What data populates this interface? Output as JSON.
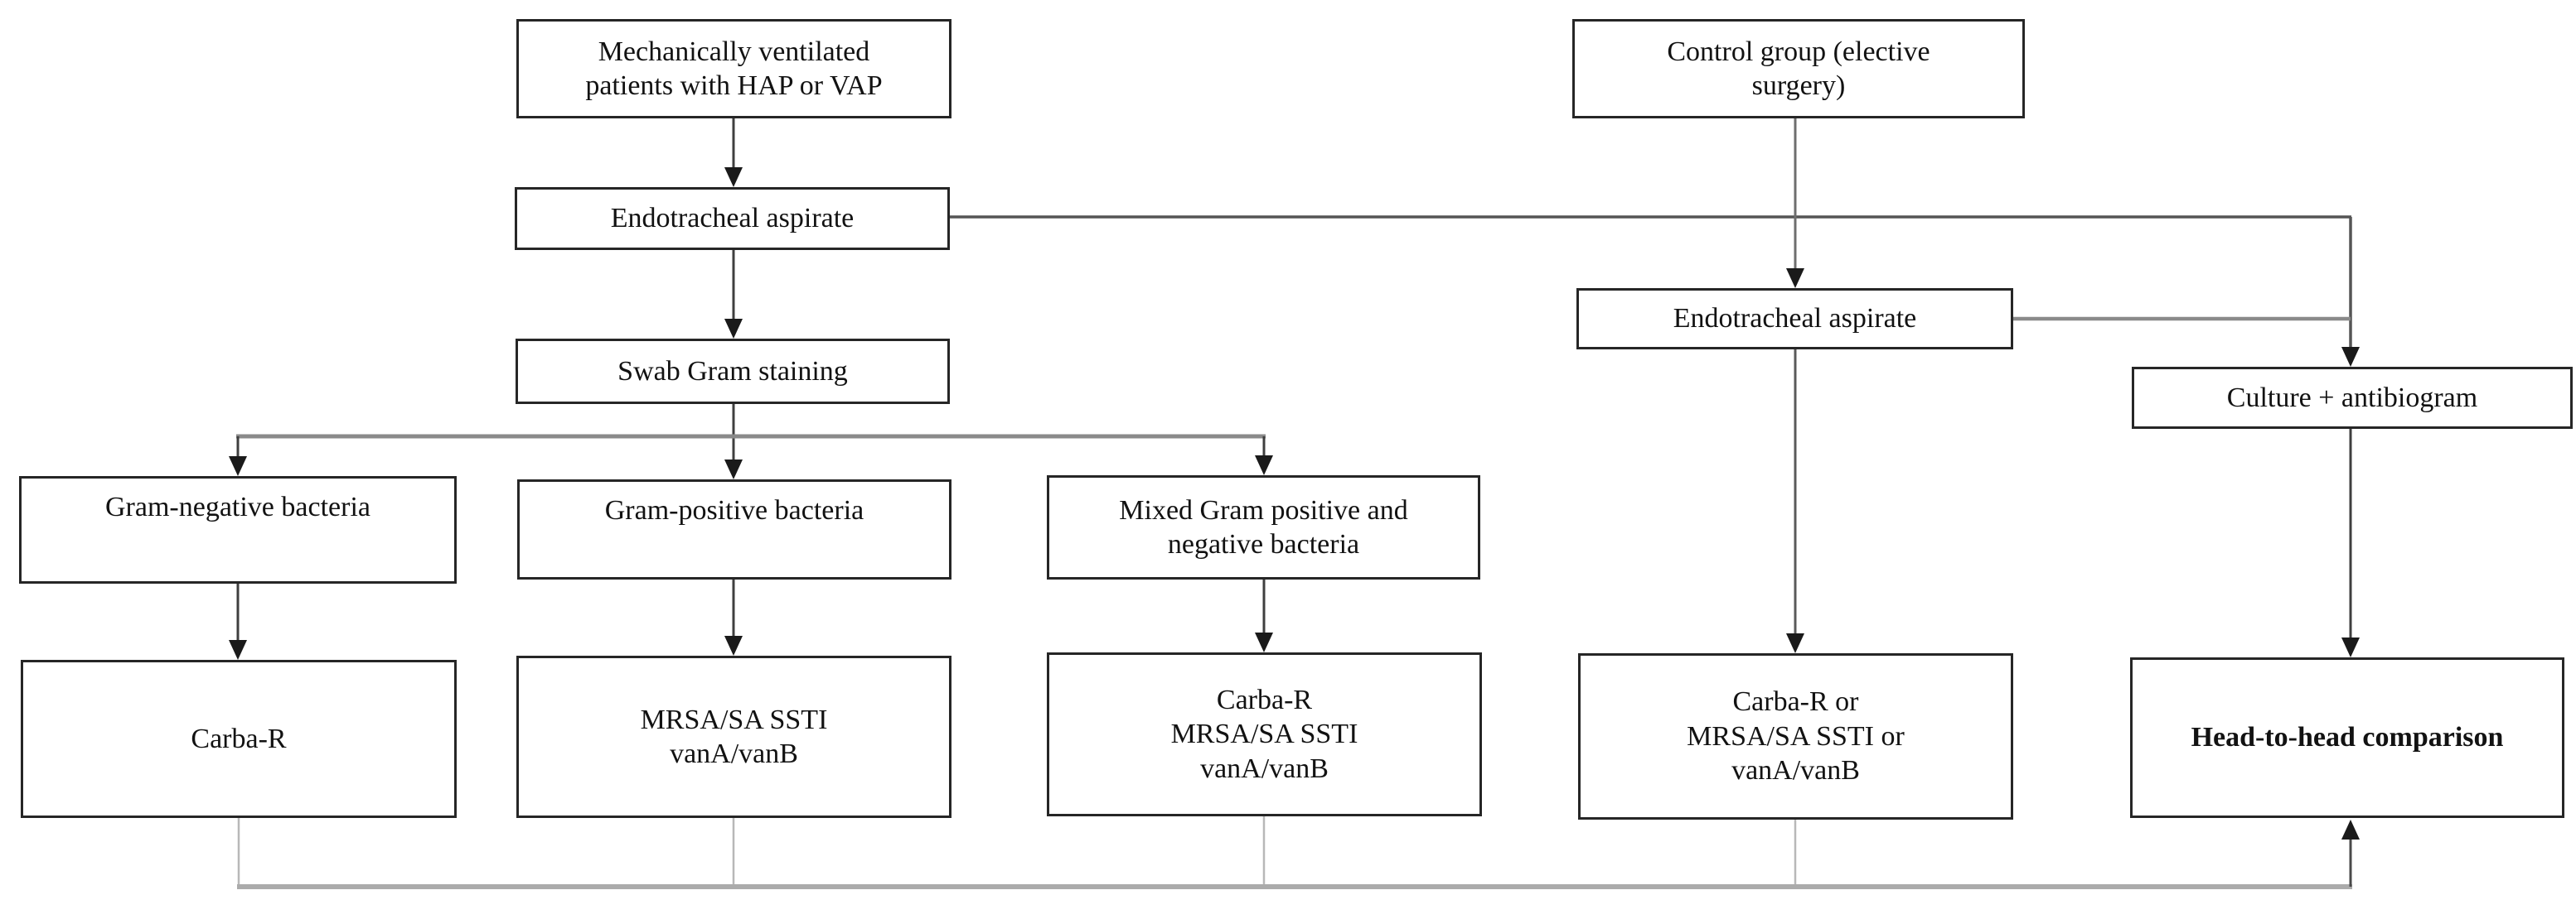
{
  "diagram": {
    "title": "Study workflow flowchart",
    "nodes": {
      "hap": {
        "label": "Mechanically ventilated\npatients with HAP or VAP"
      },
      "control": {
        "label": "Control group (elective\nsurgery)"
      },
      "eta_left": {
        "label": "Endotracheal aspirate"
      },
      "eta_right": {
        "label": "Endotracheal aspirate"
      },
      "swab": {
        "label": "Swab Gram staining"
      },
      "culture": {
        "label": "Culture + antibiogram"
      },
      "gram_negative": {
        "label": "Gram-negative bacteria"
      },
      "gram_positive": {
        "label": "Gram-positive bacteria"
      },
      "mixed": {
        "label": "Mixed Gram positive and\nnegative bacteria"
      },
      "carba_r": {
        "label": "Carba-R"
      },
      "mrsa": {
        "label": "MRSA/SA SSTI\nvanA/vanB"
      },
      "carba_mrsa": {
        "label": "Carba-R\nMRSA/SA SSTI\nvanA/vanB"
      },
      "carba_or": {
        "label": "Carba-R or\nMRSA/SA SSTI or\nvanA/vanB"
      },
      "head_to_head": {
        "label": "Head-to-head comparison"
      }
    },
    "edges": [
      {
        "from": "hap",
        "to": "eta_left"
      },
      {
        "from": "eta_left",
        "to": "swab"
      },
      {
        "from": "eta_left",
        "to": "culture"
      },
      {
        "from": "control",
        "to": "eta_right"
      },
      {
        "from": "eta_right",
        "to": "culture"
      },
      {
        "from": "eta_right",
        "to": "carba_or"
      },
      {
        "from": "swab",
        "to": "gram_negative"
      },
      {
        "from": "swab",
        "to": "gram_positive"
      },
      {
        "from": "swab",
        "to": "mixed"
      },
      {
        "from": "gram_negative",
        "to": "carba_r"
      },
      {
        "from": "gram_positive",
        "to": "mrsa"
      },
      {
        "from": "mixed",
        "to": "carba_mrsa"
      },
      {
        "from": "carba_r",
        "to": "head_to_head"
      },
      {
        "from": "mrsa",
        "to": "head_to_head"
      },
      {
        "from": "carba_mrsa",
        "to": "head_to_head"
      },
      {
        "from": "carba_or",
        "to": "head_to_head"
      },
      {
        "from": "culture",
        "to": "head_to_head"
      }
    ],
    "colors": {
      "box_border": "#262626",
      "box_fill": "#ffffff",
      "text": "#121212",
      "line_dark": "#3f3f3f",
      "line_mid_gray": "#8a8a8a",
      "collector_vertical": "#b8b8b8",
      "collector_horizontal": "#ababab"
    }
  }
}
